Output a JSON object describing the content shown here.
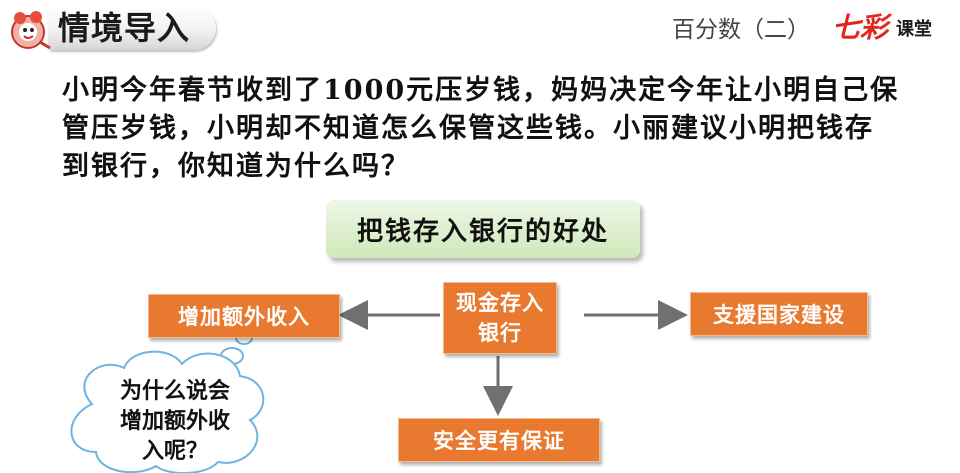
{
  "header": {
    "title": "情境导入",
    "subtitle": "百分数（二）",
    "brand_qi": "七彩",
    "brand_ke": "课堂"
  },
  "paragraph": "小明今年春节收到了1000元压岁钱，妈妈决定今年让小明自己保管压岁钱，小明却不知道怎么保管这些钱。小丽建议小明把钱存到银行，你知道为什么吗？",
  "diagram": {
    "main": "把钱存入银行的好处",
    "center": "现金存入银行",
    "left": "增加额外收入",
    "right": "支援国家建设",
    "bottom": "安全更有保证"
  },
  "cloud": {
    "lines": [
      "为什么说会",
      "增加额外收",
      "入呢？"
    ]
  },
  "colors": {
    "orange_box": "#e8792e",
    "green_box": "#cfe8b9",
    "arrow": "#707070",
    "brand_red": "#e3261b"
  }
}
